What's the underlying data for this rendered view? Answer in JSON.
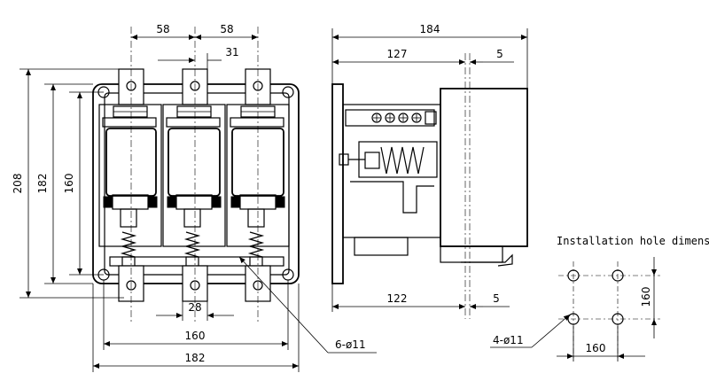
{
  "front_view": {
    "dims": {
      "pitch_left": "58",
      "pitch_right": "58",
      "terminal_offset": "31",
      "overall_height": "208",
      "mount_height": "182",
      "inner_height": "160",
      "terminal_width": "28",
      "mount_width": "160",
      "overall_width": "182"
    },
    "hole_callout": "6-ø11"
  },
  "side_view": {
    "dims": {
      "overall_depth": "184",
      "top_depth": "127",
      "top_offset": "5",
      "bottom_depth": "122",
      "bottom_offset": "5"
    }
  },
  "installation": {
    "title": "Installation hole dimension",
    "dims": {
      "vertical": "160",
      "horizontal": "160"
    },
    "hole_callout": "4-ø11"
  }
}
